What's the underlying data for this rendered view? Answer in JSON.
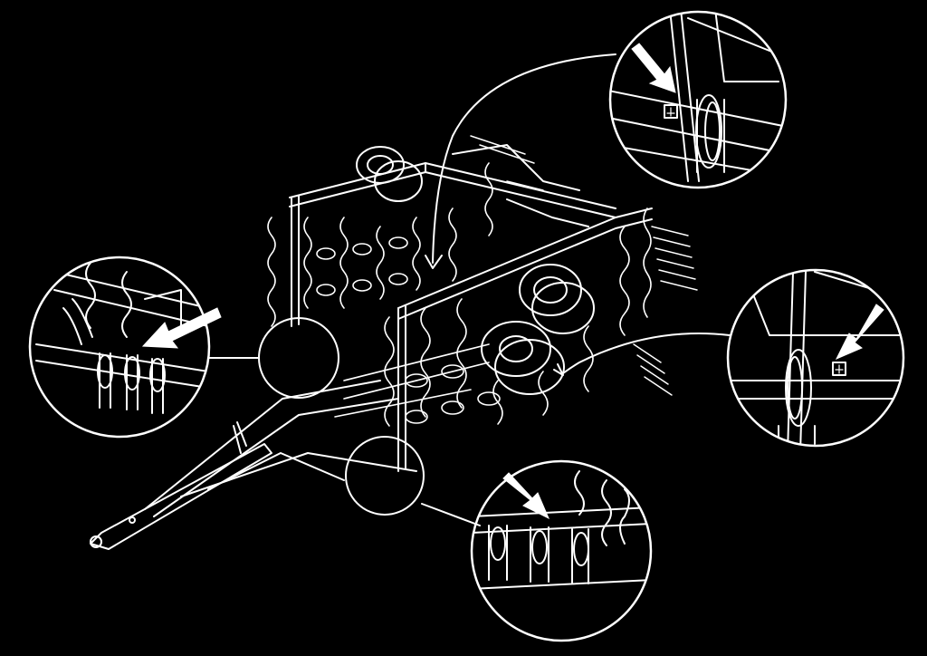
{
  "figure": {
    "background_color": "#000000",
    "line_color": "#ffffff",
    "main_subject": "tractor-drawn-cultivator-harrow",
    "callouts": [
      {
        "name": "detail-callout-top-right",
        "target": "rear-wheel-hub-decal"
      },
      {
        "name": "detail-callout-left",
        "target": "front-tine-gang"
      },
      {
        "name": "detail-callout-right",
        "target": "right-wheel-hub-decal"
      },
      {
        "name": "detail-callout-bottom",
        "target": "lower-tine-gang"
      }
    ]
  }
}
